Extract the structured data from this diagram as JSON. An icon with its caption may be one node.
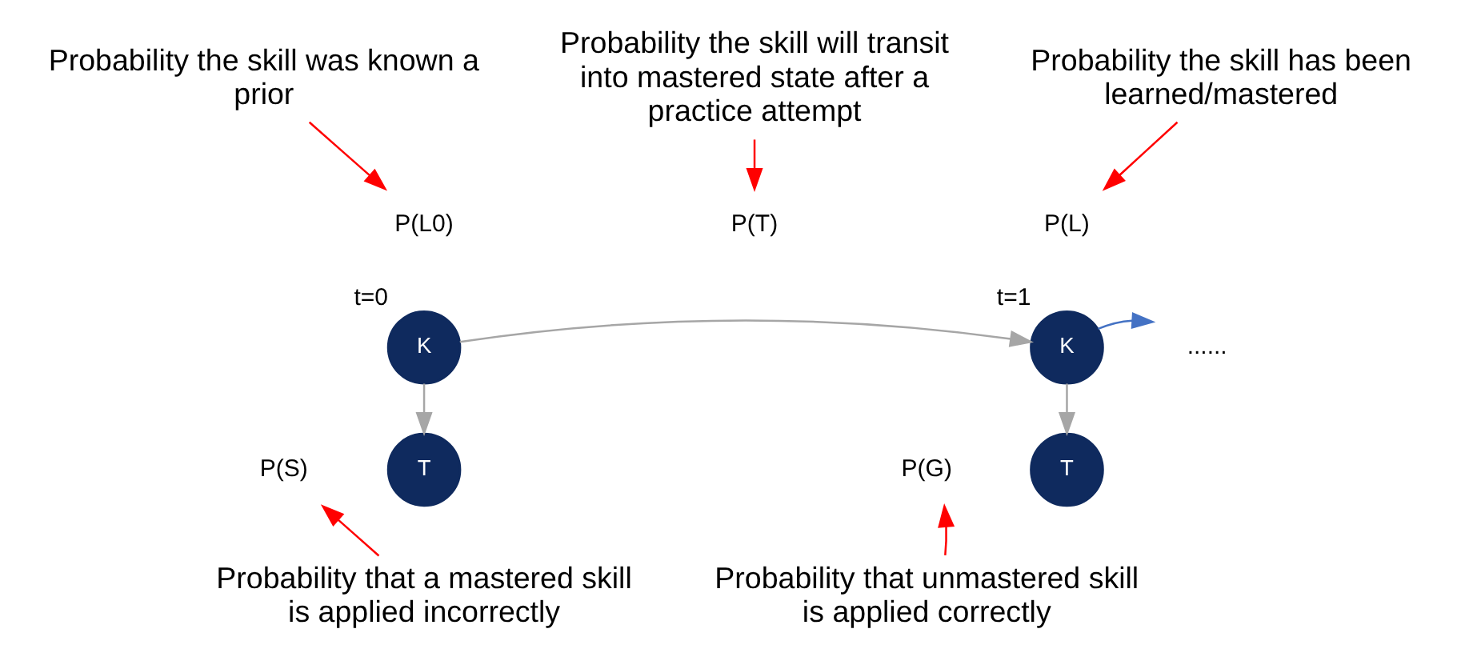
{
  "diagram": {
    "nodes": [
      {
        "text": [
          "Probability the skill was known a prior"
        ]
      },
      {
        "text": [
          "Probability the skill will transit into mastered state after a practice attempt"
        ]
      },
      {
        "text": [
          "Probability the skill has been learned/mastered"
        ]
      },
      {
        "text": [
          "P(L0)"
        ]
      },
      {
        "text": [
          "P(T)"
        ]
      },
      {
        "text": [
          "P(L)"
        ]
      },
      {
        "text": [
          "K"
        ],
        "beside": [
          "t=0"
        ]
      },
      {
        "text": [
          "K"
        ],
        "beside": [
          "t=1"
        ]
      },
      {
        "text": [
          "......"
        ]
      },
      {
        "text": [
          "P(S)"
        ]
      },
      {
        "text": [
          "T"
        ]
      },
      {
        "text": [
          "P(G)"
        ]
      },
      {
        "text": [
          "T"
        ]
      },
      {
        "text": [
          "Probability that a mastered skill is applied incorrectly"
        ]
      },
      {
        "text": [
          "Probability that unmastered skill is applied correctly"
        ]
      }
    ],
    "edges": [
      {
        "from": 0,
        "to": 3,
        "arrow": "to"
      },
      {
        "from": 1,
        "to": 4,
        "arrow": "to"
      },
      {
        "from": 2,
        "to": 5,
        "arrow": "to"
      },
      {
        "from": 6,
        "to": 7,
        "arrow": "to",
        "color": "#a6a6a6"
      },
      {
        "from": 7,
        "to": 8,
        "arrow": "to",
        "color": "#4472c4"
      },
      {
        "from": 6,
        "to": 10,
        "arrow": "to",
        "color": "#a6a6a6"
      },
      {
        "from": 7,
        "to": 12,
        "arrow": "to",
        "color": "#a6a6a6"
      },
      {
        "from": 13,
        "to": 9,
        "arrow": "to"
      },
      {
        "from": 14,
        "to": 11,
        "arrow": "to"
      }
    ]
  }
}
